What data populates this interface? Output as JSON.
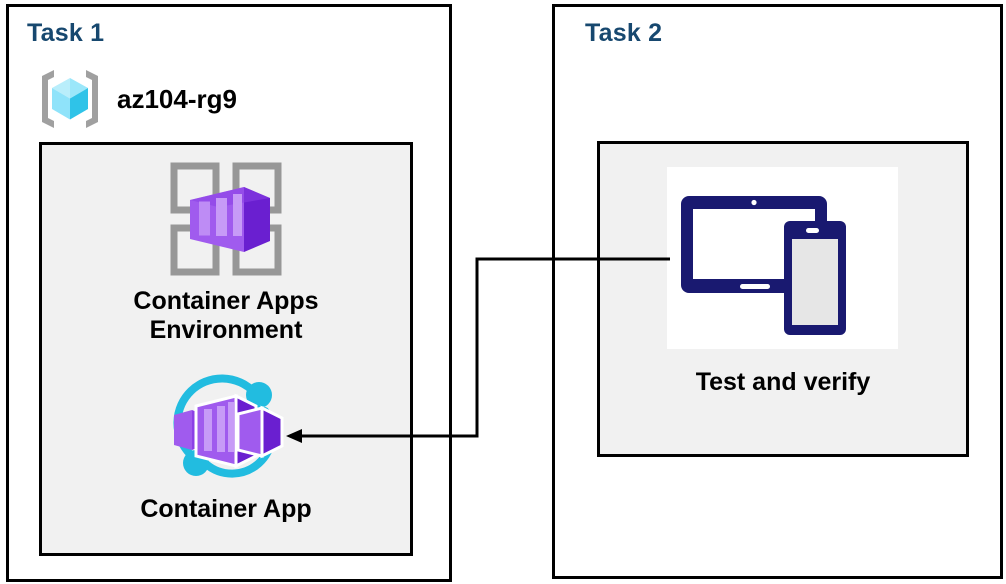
{
  "diagram": {
    "background_color": "#FFFFFF",
    "title_color": "#17486F",
    "group_fill": "#F1F1F1",
    "stroke_color": "#000000"
  },
  "task1": {
    "title": "Task 1",
    "resource_group": {
      "icon": "azure-resource-group-icon",
      "label": "az104-rg9"
    },
    "resources": [
      {
        "icon": "container-apps-environment-icon",
        "label": "Container Apps\nEnvironment"
      },
      {
        "icon": "container-app-icon",
        "label": "Container App"
      }
    ]
  },
  "task2": {
    "title": "Task 2",
    "resources": [
      {
        "icon": "test-devices-icon",
        "label": "Test and verify"
      }
    ]
  },
  "connector": {
    "name": "test-to-container-app-arrow",
    "direction": "right-to-left",
    "from": "Test and verify",
    "to": "Container App",
    "arrowhead": "left"
  }
}
